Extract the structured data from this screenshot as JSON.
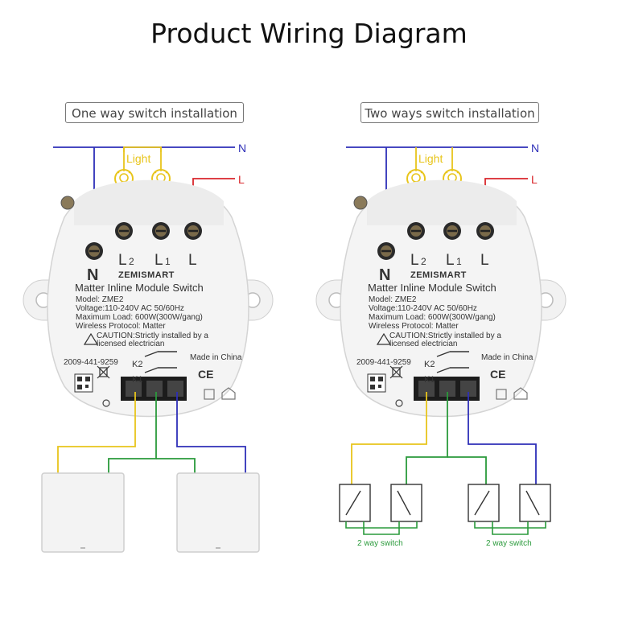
{
  "title": "Product Wiring Diagram",
  "left_panel": {
    "caption": "One way switch installation"
  },
  "right_panel": {
    "caption": "Two ways switch installation",
    "switch_label": "2 way switch"
  },
  "wire_labels": {
    "neutral": "N",
    "live": "L",
    "light": "Light"
  },
  "module": {
    "brand": "ZEMISMART",
    "name": "Matter Inline Module Switch",
    "model": "Model: ZME2",
    "voltage": "Voltage:110-240V AC 50/60Hz",
    "max_load": "Maximum Load: 600W(300W/gang)",
    "protocol": "Wireless Protocol: Matter",
    "caution": "CAUTION:Strictly installed by a",
    "caution2": "licensed electrician",
    "serial": "2009-441-9259",
    "made_in": "Made in China",
    "k1": "K1",
    "k2": "K2",
    "ce": "CE",
    "terminals": {
      "n": "N",
      "l2": "L",
      "l2_sub": "2",
      "l1": "L",
      "l1_sub": "1",
      "l": "L"
    }
  },
  "colors": {
    "neutral": "#2e2fb8",
    "live": "#d9262b",
    "light": "#e8c51b",
    "switch": "#2a9a3b"
  }
}
